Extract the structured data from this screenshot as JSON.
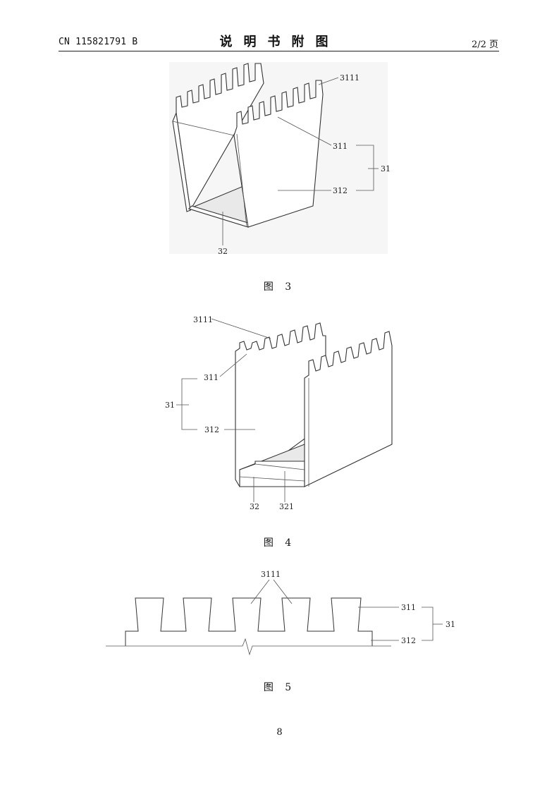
{
  "header": {
    "left": "CN 115821791 B",
    "center": "说明书附图",
    "right": "2/2 页"
  },
  "figures": [
    {
      "caption": "图 3",
      "labels": {
        "l3111": "3111",
        "l311": "311",
        "l31": "31",
        "l312": "312",
        "l32": "32"
      }
    },
    {
      "caption": "图 4",
      "labels": {
        "l3111": "3111",
        "l311": "311",
        "l31": "31",
        "l312": "312",
        "l32": "32",
        "l321": "321"
      }
    },
    {
      "caption": "图 5",
      "labels": {
        "l3111": "3111",
        "l311": "311",
        "l31": "31",
        "l312": "312"
      }
    }
  ],
  "page_number": "8"
}
